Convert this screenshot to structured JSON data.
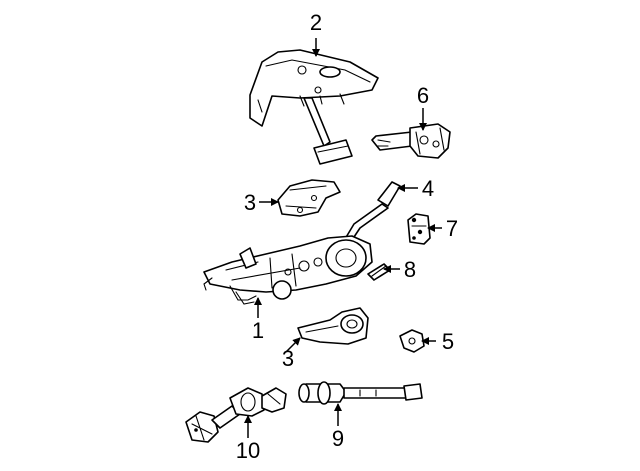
{
  "diagram": {
    "callouts": [
      {
        "id": "c1",
        "text": "1"
      },
      {
        "id": "c2",
        "text": "2"
      },
      {
        "id": "c3a",
        "text": "3"
      },
      {
        "id": "c3b",
        "text": "3"
      },
      {
        "id": "c4",
        "text": "4"
      },
      {
        "id": "c5",
        "text": "5"
      },
      {
        "id": "c6",
        "text": "6"
      },
      {
        "id": "c7",
        "text": "7"
      },
      {
        "id": "c8",
        "text": "8"
      },
      {
        "id": "c9",
        "text": "9"
      },
      {
        "id": "c10",
        "text": "10"
      }
    ]
  },
  "colors": {
    "line": "#000000",
    "background": "#ffffff"
  }
}
